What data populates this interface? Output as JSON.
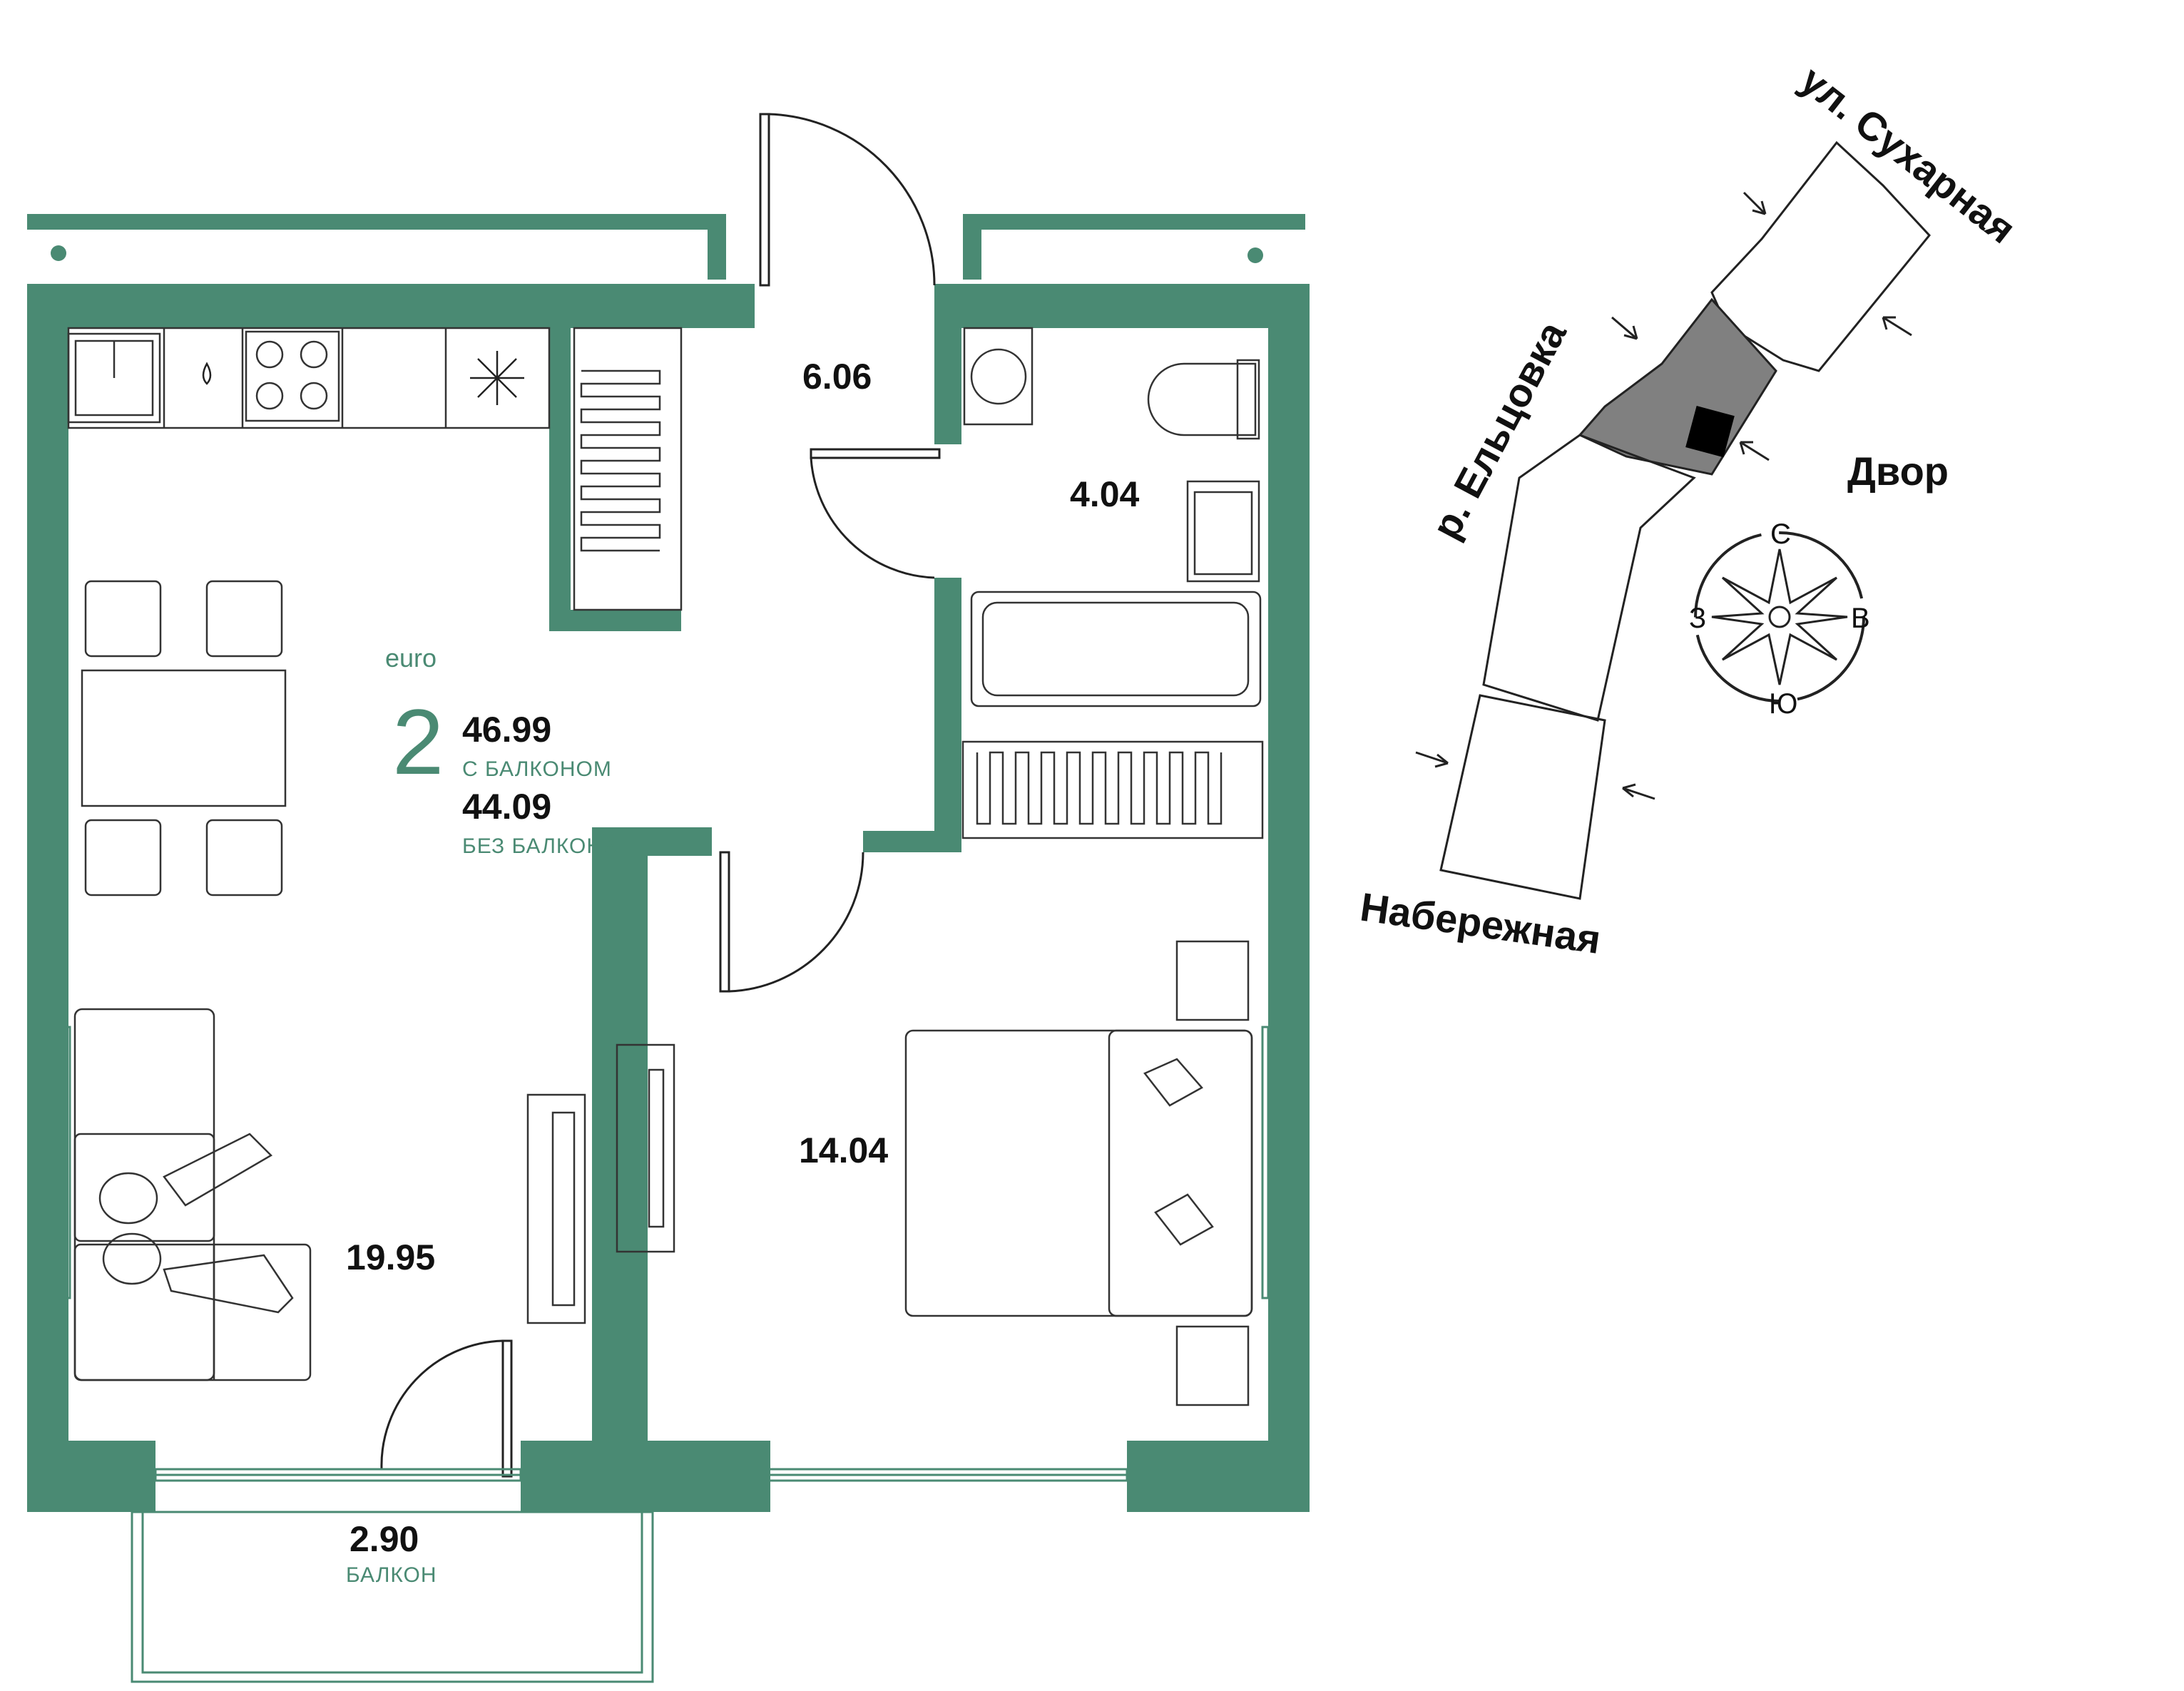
{
  "colors": {
    "wall": "#4a8a73",
    "accent_text": "#4a8a73",
    "text": "#111111",
    "building_highlight": "#808080",
    "apartment_marker": "#000000"
  },
  "apartment": {
    "type_label": "euro",
    "rooms": "2",
    "area_with_balcony": "46.99",
    "with_balcony_label": "С БАЛКОНОМ",
    "area_without_balcony": "44.09",
    "without_balcony_label": "БЕЗ БАЛКОНА"
  },
  "rooms": {
    "hallway_area": "6.06",
    "bathroom_area": "4.04",
    "living_kitchen_area": "19.95",
    "bedroom_area": "14.04",
    "balcony_area": "2.90",
    "balcony_label": "БАЛКОН"
  },
  "site_map": {
    "street_top": "ул. Сухарная",
    "river": "р. Ельцовка",
    "courtyard": "Двор",
    "embankment": "Набережная"
  },
  "compass": {
    "north": "С",
    "south": "Ю",
    "west": "З",
    "east": "В"
  }
}
